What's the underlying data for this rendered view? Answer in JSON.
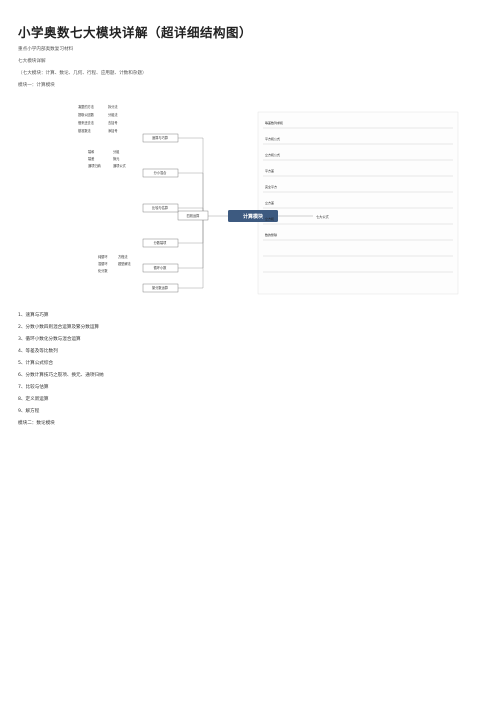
{
  "document": {
    "title": "小学奥数七大模块详解（超详细结构图）",
    "subtitle": "重点小学内部奥数复习材料",
    "section_heading": "七大模块详解",
    "modules_line": "（七大模块：计算、数论、几何、行程、应用题、计数和杂题）",
    "module1_heading": "模块一：计算模块",
    "list_items": [
      "1、速算与巧算",
      "2、分数小数四则混合运算及繁分数运算",
      "3、循环小数化分数与混合运算",
      "4、等差及等比数列",
      "5、计算公式综合",
      "6、分数计算技巧之裂项、换元、通项归纳",
      "7、比较与估算",
      "8、定义新运算",
      "9、解方程"
    ],
    "module2_heading": "模块二：数论模块"
  },
  "mindmap": {
    "center": "计算模块",
    "left_main": "四则运算",
    "right_main": "七大公式",
    "branches": [
      {
        "label": "速算与巧算"
      },
      {
        "label": "分小混合"
      },
      {
        "label": "比较与估算"
      },
      {
        "label": "分数裂项"
      },
      {
        "label": "循环小数"
      },
      {
        "label": "繁分数运算"
      }
    ],
    "leaves_top": [
      "凑整的方法",
      "提取公因数",
      "借来还去法",
      "基准数法",
      "拆分法",
      "分组法",
      "去括号",
      "添括号"
    ],
    "leaves_mid": [
      "裂和",
      "裂差",
      "通项归纳",
      "分组",
      "换元",
      "通项公式"
    ],
    "leaves_bottom": [
      "纯循环",
      "混循环",
      "化分数",
      "方程法",
      "题型解法"
    ],
    "formula_labels": [
      "等差数列求和",
      "平方和公式",
      "立方和公式",
      "平方差",
      "完全平方",
      "立方差",
      "立方和",
      "数的整除"
    ]
  }
}
